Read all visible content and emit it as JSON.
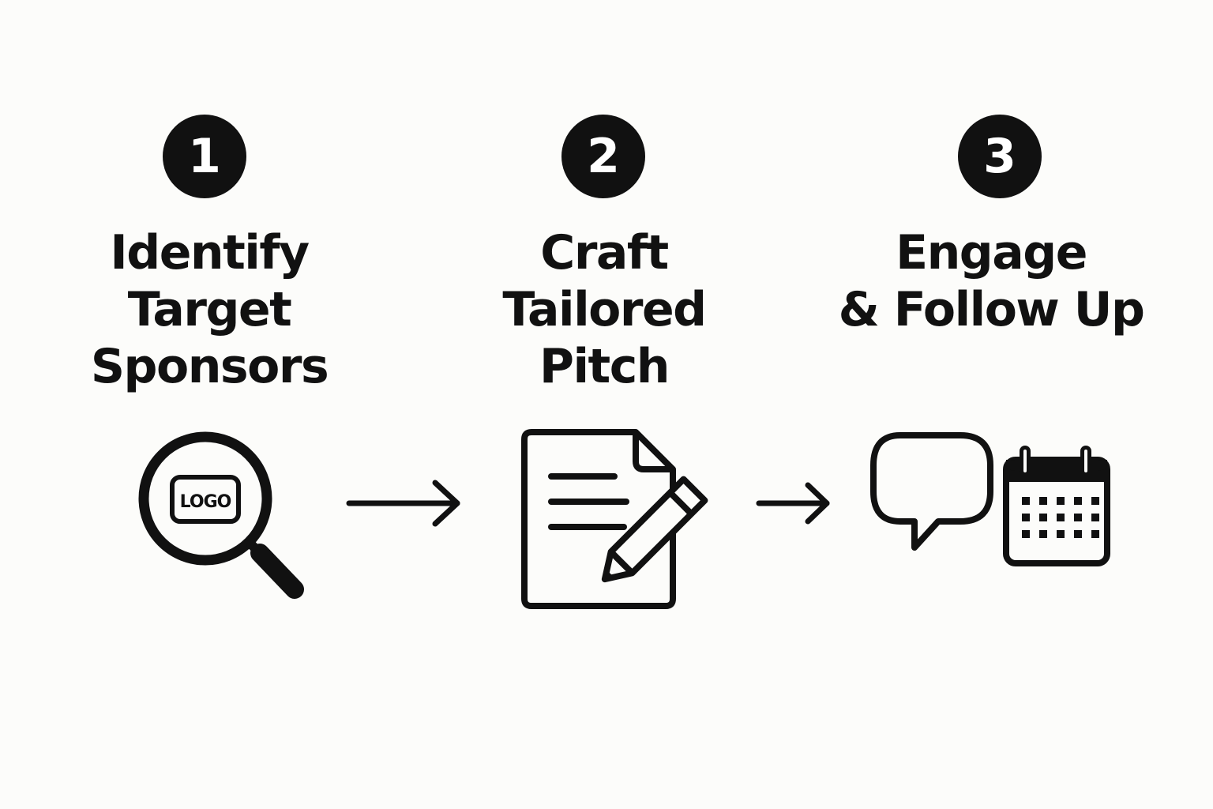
{
  "steps": [
    {
      "number": "1",
      "title_lines": [
        "Identify",
        "Target",
        "Sponsors"
      ],
      "icon": "magnifier-logo-icon",
      "icon_text": "LOGO"
    },
    {
      "number": "2",
      "title_lines": [
        "Craft",
        "Tailored",
        "Pitch"
      ],
      "icon": "document-pencil-icon"
    },
    {
      "number": "3",
      "title_lines": [
        "Engage",
        "& Follow Up"
      ],
      "icon": "chat-calendar-icon"
    }
  ],
  "colors": {
    "background": "#fcfcfa",
    "ink": "#111111"
  }
}
